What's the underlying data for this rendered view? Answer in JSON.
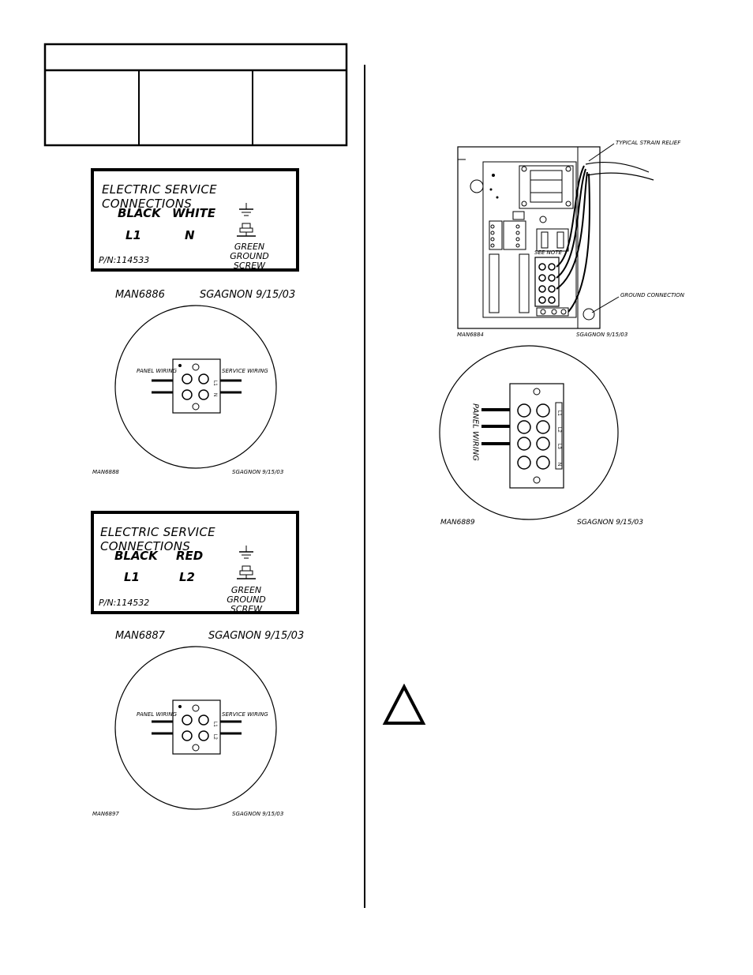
{
  "label1": {
    "title": "ELECTRIC SERVICE CONNECTIONS",
    "wire_a": "BLACK",
    "wire_b": "WHITE",
    "term_a": "L1",
    "term_b": "N",
    "ground_line1": "GREEN GROUND",
    "ground_line2": "SCREW",
    "part_number": "P/N:114533"
  },
  "caption1": {
    "drawing": "MAN6886",
    "author_date": "SGAGNON 9/15/03"
  },
  "detail1": {
    "panel_wiring": "PANEL WIRING",
    "service_wiring": "SERVICE WIRING",
    "drawing": "MAN6888",
    "author_date": "SGAGNON 9/15/03",
    "terminal_labels": [
      "L1",
      "N"
    ]
  },
  "label2": {
    "title": "ELECTRIC SERVICE CONNECTIONS",
    "wire_a": "BLACK",
    "wire_b": "RED",
    "term_a": "L1",
    "term_b": "L2",
    "ground_line1": "GREEN GROUND",
    "ground_line2": "SCREW",
    "part_number": "P/N:114532"
  },
  "caption2": {
    "drawing": "MAN6887",
    "author_date": "SGAGNON 9/15/03"
  },
  "detail2": {
    "panel_wiring": "PANEL WIRING",
    "service_wiring": "SERVICE WIRING",
    "drawing": "MAN6897",
    "author_date": "SGAGNON 9/15/03",
    "terminal_labels": [
      "L1",
      "L2"
    ]
  },
  "panel": {
    "strain_relief": "TYPICAL STRAIN RELIEF",
    "see_note": "SEE NOTE",
    "ground_connection": "GROUND CONNECTION",
    "drawing": "MAN6884",
    "author_date": "SGAGNON 9/15/03"
  },
  "detail3": {
    "panel_wiring": "PANEL WIRING",
    "drawing": "MAN6889",
    "author_date": "SGAGNON 9/15/03",
    "terminal_labels": [
      "L1",
      "L2",
      "L3",
      "N"
    ]
  },
  "warning": {
    "icon": "warning-triangle-icon"
  }
}
